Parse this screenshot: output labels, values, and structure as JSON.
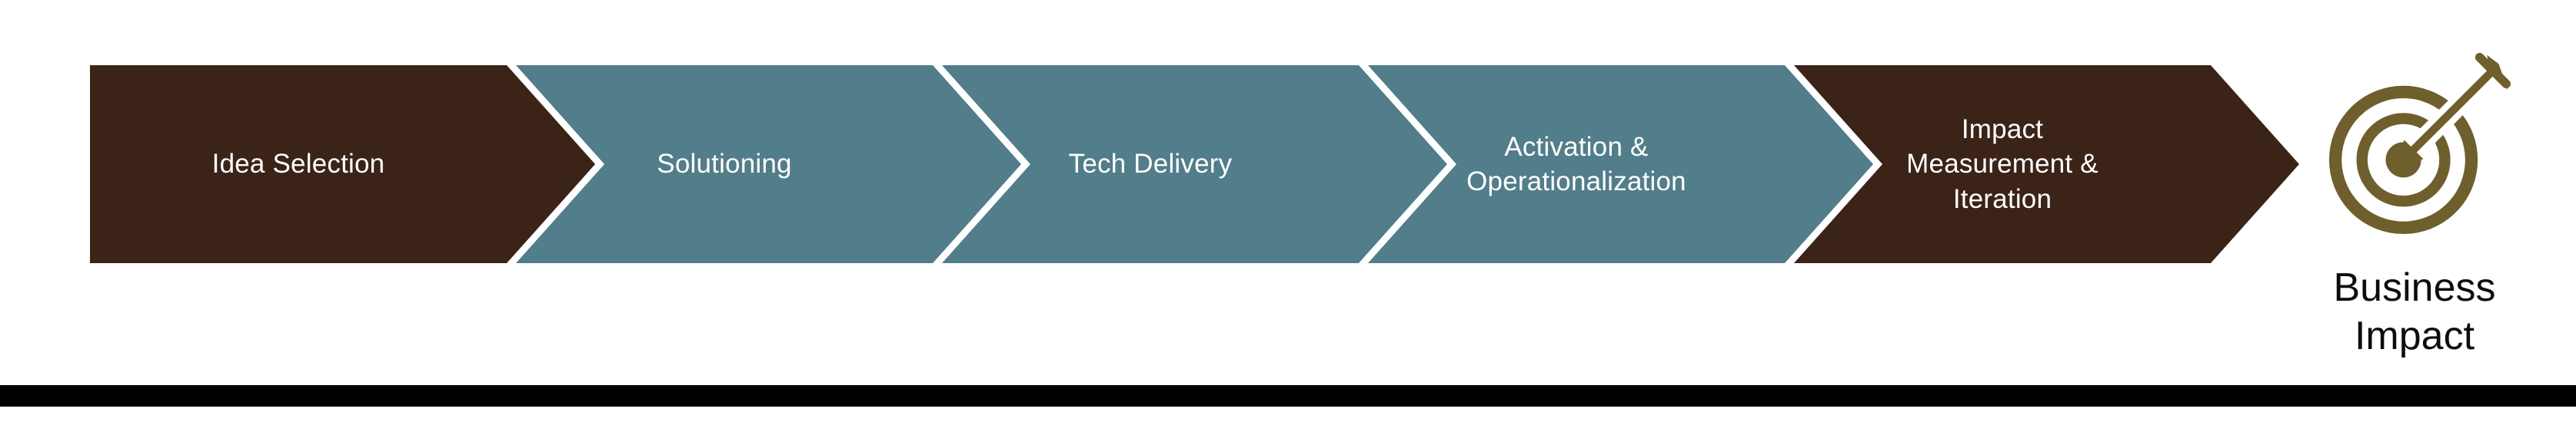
{
  "process": {
    "steps": [
      {
        "label": "Idea Selection",
        "color": "#3B2318",
        "text_color": "#FFFFFF"
      },
      {
        "label": "Solutioning",
        "color": "#527D8A",
        "text_color": "#FFFFFF"
      },
      {
        "label": "Tech Delivery",
        "color": "#527D8A",
        "text_color": "#FFFFFF"
      },
      {
        "label": "Activation &\nOperationalization",
        "color": "#527D8A",
        "text_color": "#FFFFFF"
      },
      {
        "label": "Impact\nMeasurement &\nIteration",
        "color": "#3B2318",
        "text_color": "#FFFFFF"
      }
    ]
  },
  "outcome": {
    "icon": "target-bullseye-icon",
    "icon_color": "#6E5F2D",
    "label": "Business\nImpact"
  },
  "footer_bar_color": "#000000"
}
